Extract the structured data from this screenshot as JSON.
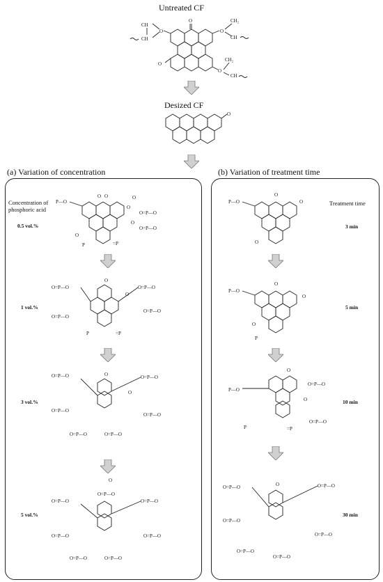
{
  "untreated_title": "Untreated CF",
  "desized_title": "Desized CF",
  "panel_a": {
    "header": "(a)  Variation of concentration",
    "axis_label": "Concentration of phosphoric acid",
    "levels": [
      "0.5 vol.%",
      "1 vol.%",
      "3 vol.%",
      "5 vol.%"
    ]
  },
  "panel_b": {
    "header": "(b)  Variation of treatment time",
    "axis_label": "Treatment time",
    "levels": [
      "3 min",
      "5 min",
      "10 min",
      "30 min"
    ]
  },
  "atoms": {
    "oxygen": "O",
    "phosphorus": "P",
    "ch": "CH",
    "ch2": "CH₂",
    "p_o": "P—O",
    "o_p_o": "O=P—O",
    "eq_p": "=P"
  },
  "colors": {
    "line": "#222222",
    "arrow_fill": "#d0d0d0",
    "arrow_stroke": "#777777"
  }
}
